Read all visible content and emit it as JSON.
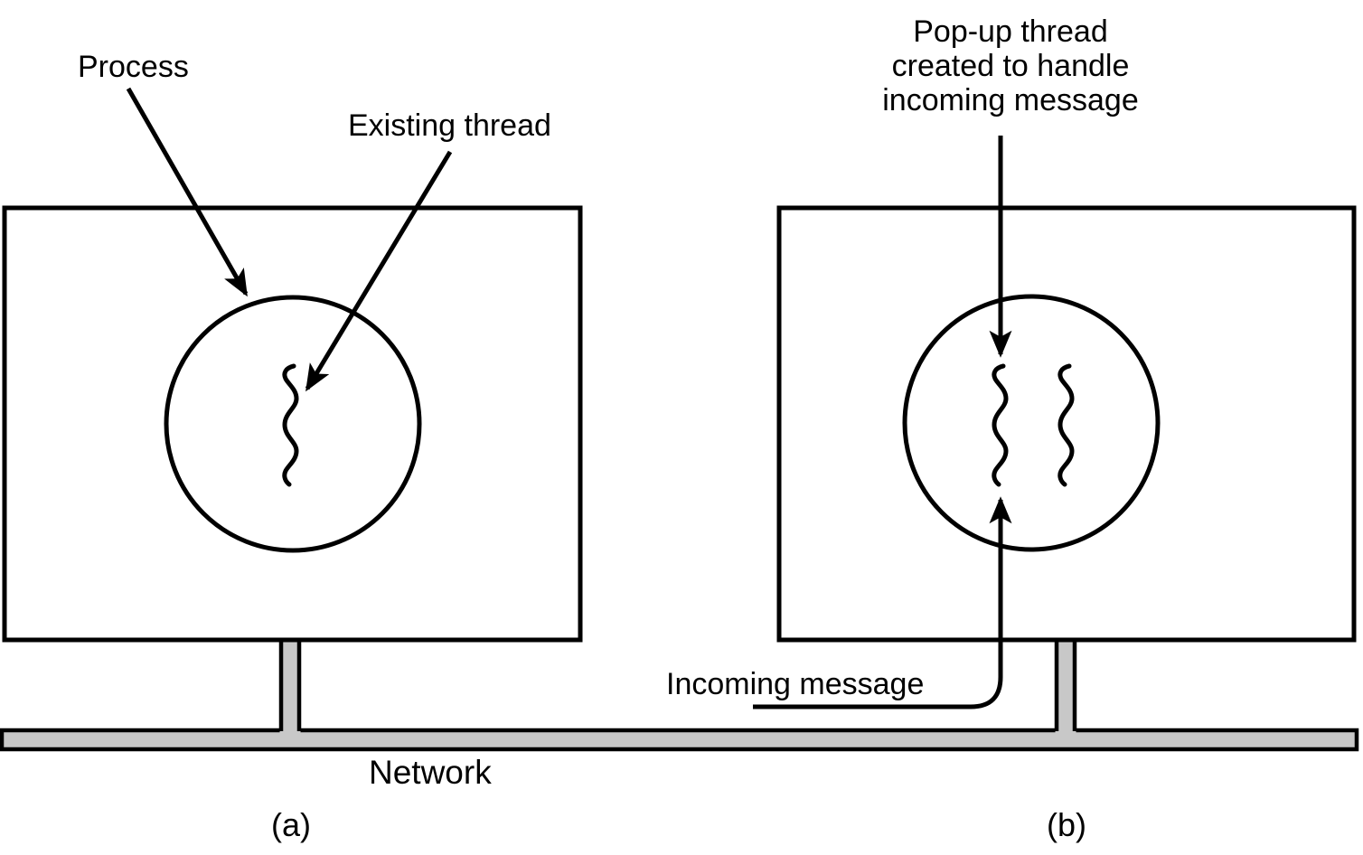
{
  "figure": {
    "machine_a": {
      "caption": "(a)",
      "process_label": "Process",
      "existing_thread_label": "Existing thread"
    },
    "machine_b": {
      "caption": "(b)",
      "popup_label_lines": [
        "Pop-up thread",
        "created to handle",
        "incoming message"
      ],
      "incoming_message_label": "Incoming message"
    },
    "network_label": "Network",
    "colors": {
      "ink": "#000000",
      "network_fill": "#c8c8c8",
      "background": "#ffffff"
    }
  }
}
